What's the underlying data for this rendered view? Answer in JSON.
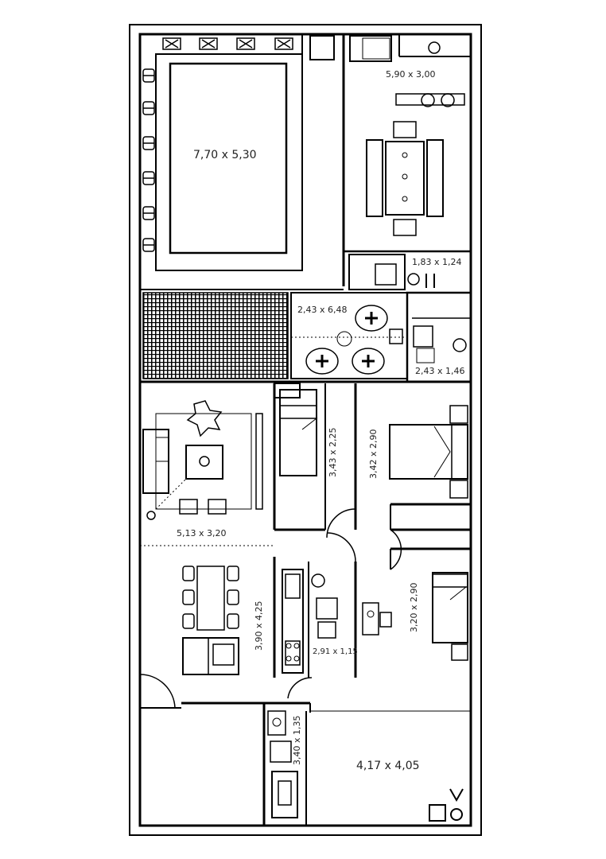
{
  "plan": {
    "rooms": [
      {
        "id": "pool",
        "label": "7,70 x 5,30"
      },
      {
        "id": "quincho",
        "label": "5,90 x 3,00"
      },
      {
        "id": "laundry",
        "label": "1,83 x 1,24"
      },
      {
        "id": "patio",
        "label": "2,43 x 6,48"
      },
      {
        "id": "bath-1",
        "label": "2,43 x 1,46"
      },
      {
        "id": "bedroom-1",
        "label": "3,43 x 2,25"
      },
      {
        "id": "bedroom-2",
        "label": "3,42 x 2,90"
      },
      {
        "id": "living",
        "label": "5,13 x 3,20"
      },
      {
        "id": "dining",
        "label": "3,90 x 4,25"
      },
      {
        "id": "kitchen",
        "label": "2,91 x 1,15"
      },
      {
        "id": "bedroom-3",
        "label": "3,20 x 2,90"
      },
      {
        "id": "service",
        "label": "3,40 x 1,35"
      },
      {
        "id": "garage",
        "label": "4,17 x 4,05"
      }
    ],
    "colors": {
      "wall": "#000000",
      "line": "#222222",
      "background": "#ffffff"
    }
  }
}
